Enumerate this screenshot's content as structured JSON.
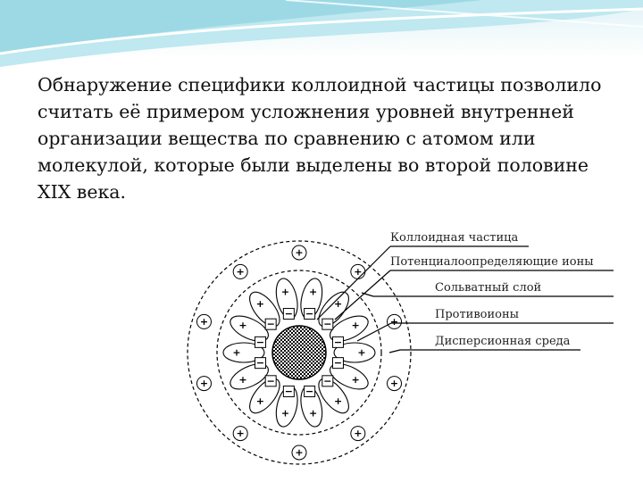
{
  "paragraph": "Обнаружение специфики коллоидной частицы позволило считать её примером усложнения уровней внутренней организации вещества по сравнению с атомом или молекулой, которые были выделены во второй половине XIX века.",
  "diagram": {
    "labels": [
      "Коллоидная частица",
      "Потенциалоопределяющие ионы",
      "Сольватный слой",
      "Противоионы",
      "Дисперсионная среда"
    ],
    "ion_plus": "+",
    "ion_minus": "−"
  },
  "colors": {
    "wave": "#8fd3e0",
    "wave_light": "#c9ecf3",
    "core": "#000000"
  }
}
